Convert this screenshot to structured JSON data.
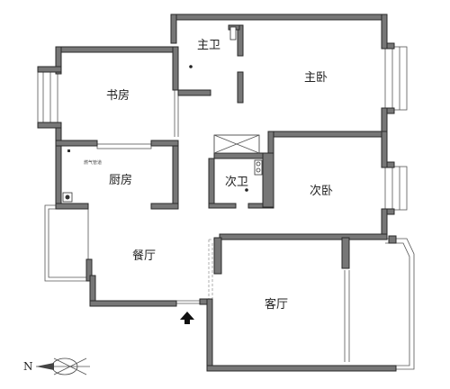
{
  "rooms": {
    "master_bath": "主卫",
    "master_bedroom": "主卧",
    "study": "书房",
    "kitchen": "厨房",
    "second_bath": "次卫",
    "second_bedroom": "次卧",
    "dining": "餐厅",
    "living": "客厅"
  },
  "kitchen_note": "燃气管道",
  "compass_label": "N",
  "colors": {
    "wall": "#777777",
    "wall_outline": "#2a2a2a",
    "background": "#ffffff"
  }
}
